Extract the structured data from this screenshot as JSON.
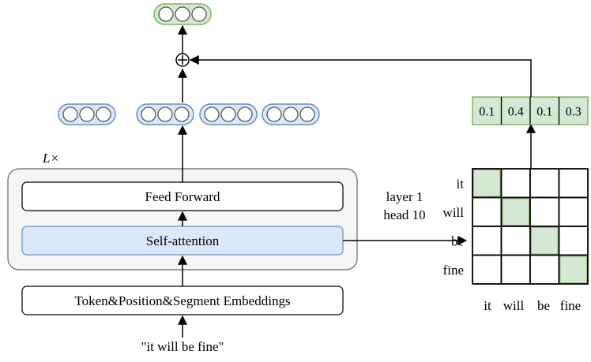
{
  "layer_multiplier": "L×",
  "blocks": {
    "feed_forward": "Feed Forward",
    "self_attention": "Self-attention",
    "embeddings": "Token&Position&Segment Embeddings"
  },
  "input_text": "\"it will be fine\"",
  "attention_label": {
    "line1": "layer 1",
    "line2": "head 10"
  },
  "tokens": [
    "it",
    "will",
    "be",
    "fine"
  ],
  "attention_weights": [
    "0.1",
    "0.4",
    "0.1",
    "0.3"
  ],
  "attention_matrix_highlight": [
    [
      1,
      0,
      0,
      0
    ],
    [
      0,
      1,
      0,
      0
    ],
    [
      0,
      0,
      1,
      0
    ],
    [
      0,
      0,
      0,
      1
    ]
  ],
  "colors": {
    "green_fill": "#d5e8d4",
    "green_stroke": "#82b366",
    "blue_fill": "#dae8fc",
    "blue_stroke": "#6c8ebf",
    "grey_fill": "#f5f5f5",
    "grey_stroke": "#666666"
  },
  "plus_symbol": "+"
}
